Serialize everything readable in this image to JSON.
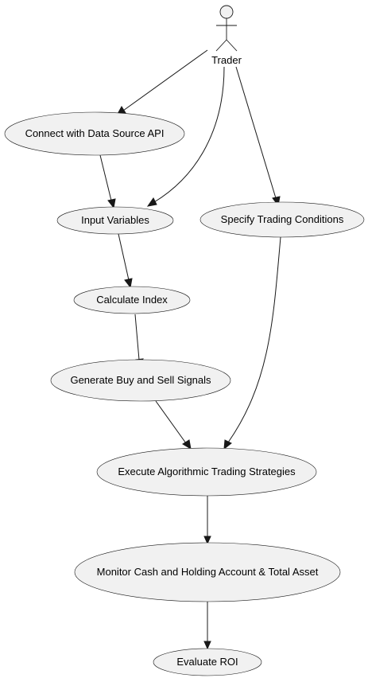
{
  "diagram": {
    "actor": {
      "label": "Trader"
    },
    "use_cases": {
      "connect": "Connect with Data Source API",
      "input": "Input Variables",
      "specify": "Specify Trading Conditions",
      "calculate": "Calculate Index",
      "generate": "Generate Buy and Sell Signals",
      "execute": "Execute Algorithmic Trading Strategies",
      "monitor": "Monitor Cash and Holding Account & Total Asset",
      "evaluate": "Evaluate ROI"
    },
    "colors": {
      "node_fill": "#f1f1f1",
      "stroke": "#181818",
      "background": "#ffffff",
      "text": "#000000"
    }
  }
}
